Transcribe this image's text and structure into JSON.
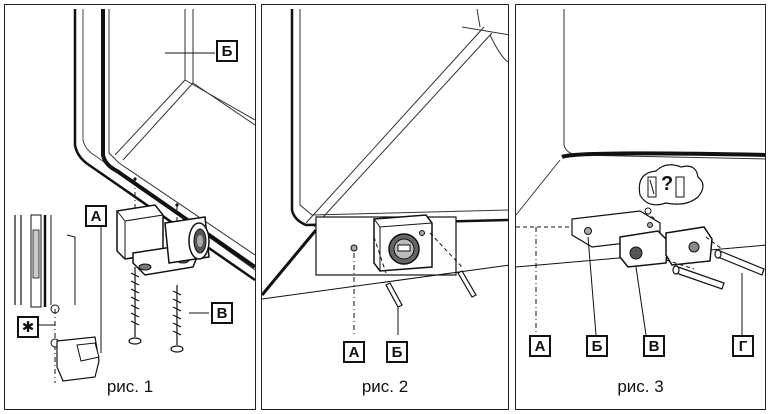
{
  "figures": [
    {
      "caption": "рис. 1",
      "labels": {
        "b": "Б",
        "a": "А",
        "v": "В",
        "star": "✱"
      }
    },
    {
      "caption": "рис. 2",
      "labels": {
        "a": "А",
        "b": "Б"
      }
    },
    {
      "caption": "рис. 3",
      "labels": {
        "a": "А",
        "b": "Б",
        "v": "В",
        "g": "Г"
      },
      "bubble": "?"
    }
  ]
}
